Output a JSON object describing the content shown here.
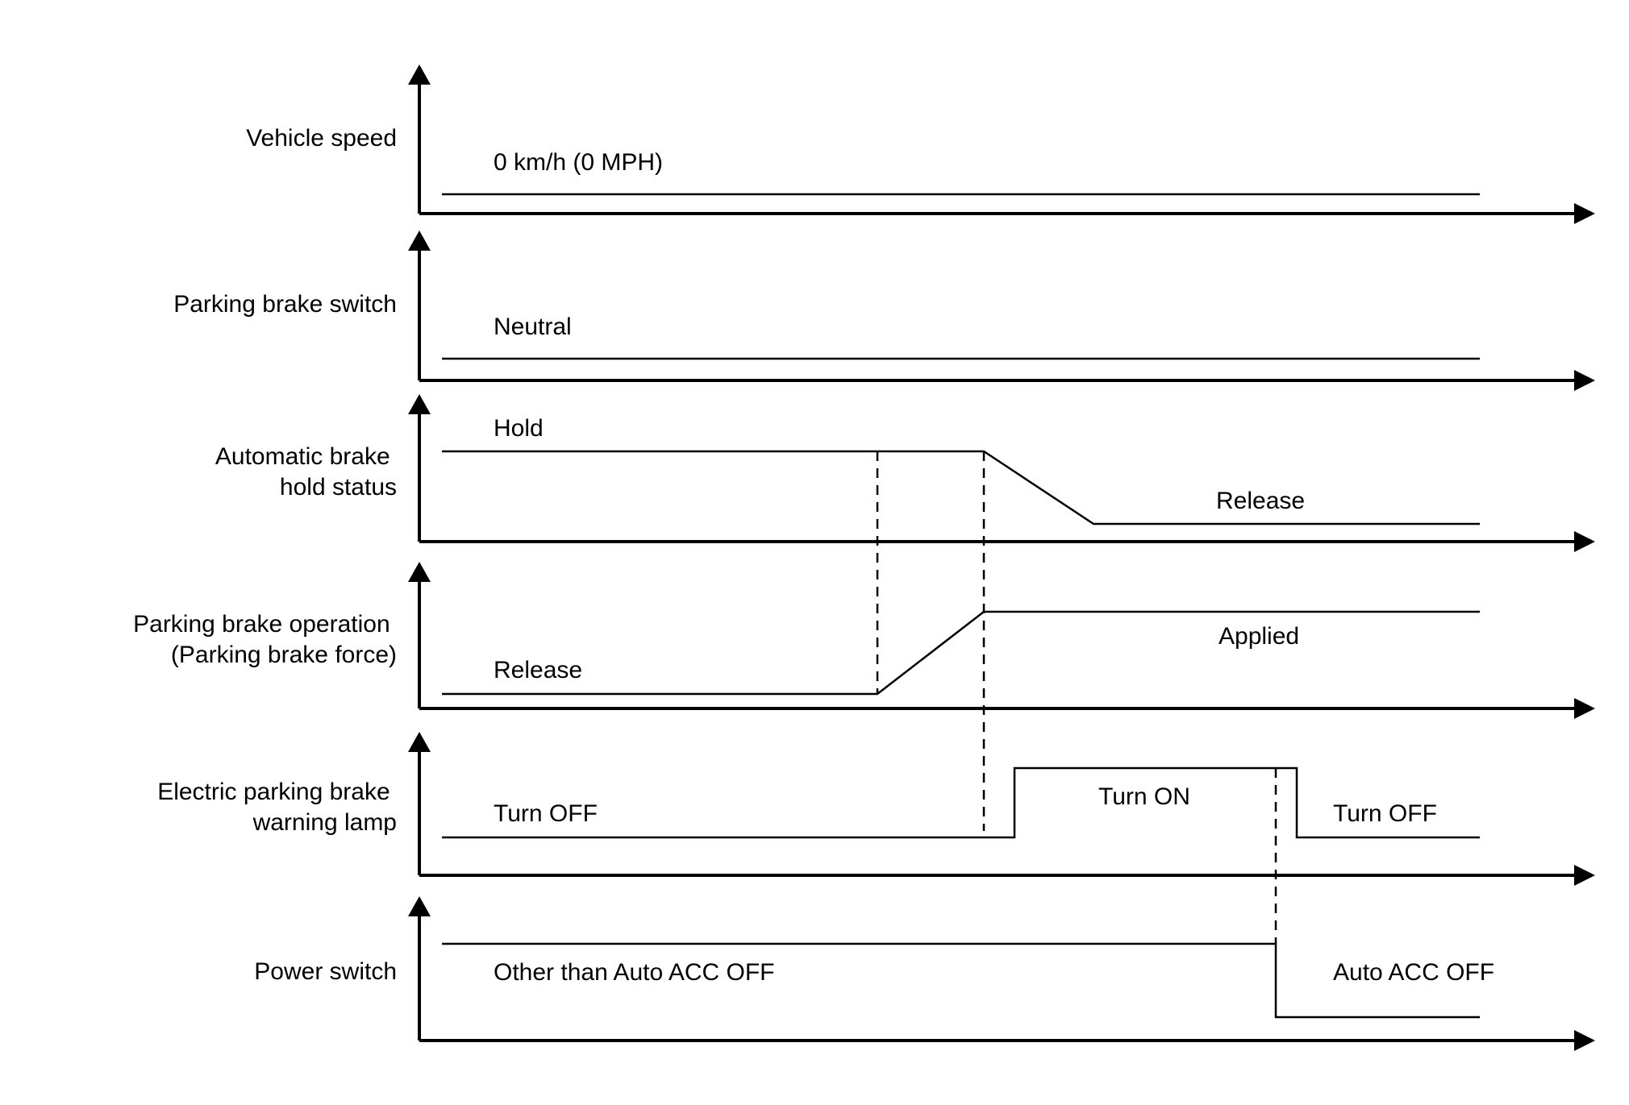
{
  "rows": [
    {
      "label_lines": [
        "Vehicle speed"
      ],
      "states": [
        "0 km/h (0 MPH)"
      ]
    },
    {
      "label_lines": [
        "Parking brake switch"
      ],
      "states": [
        "Neutral"
      ]
    },
    {
      "label_lines": [
        "Automatic brake",
        "hold status"
      ],
      "states": [
        "Hold",
        "Release"
      ]
    },
    {
      "label_lines": [
        "Parking brake operation",
        "(Parking brake force)"
      ],
      "states": [
        "Release",
        "Applied"
      ]
    },
    {
      "label_lines": [
        "Electric parking brake",
        "warning lamp"
      ],
      "states": [
        "Turn OFF",
        "Turn ON",
        "Turn OFF"
      ]
    },
    {
      "label_lines": [
        "Power switch"
      ],
      "states": [
        "Other than Auto ACC OFF",
        "Auto ACC OFF"
      ]
    }
  ],
  "colors": {
    "line": "#000000",
    "background": "#ffffff"
  }
}
